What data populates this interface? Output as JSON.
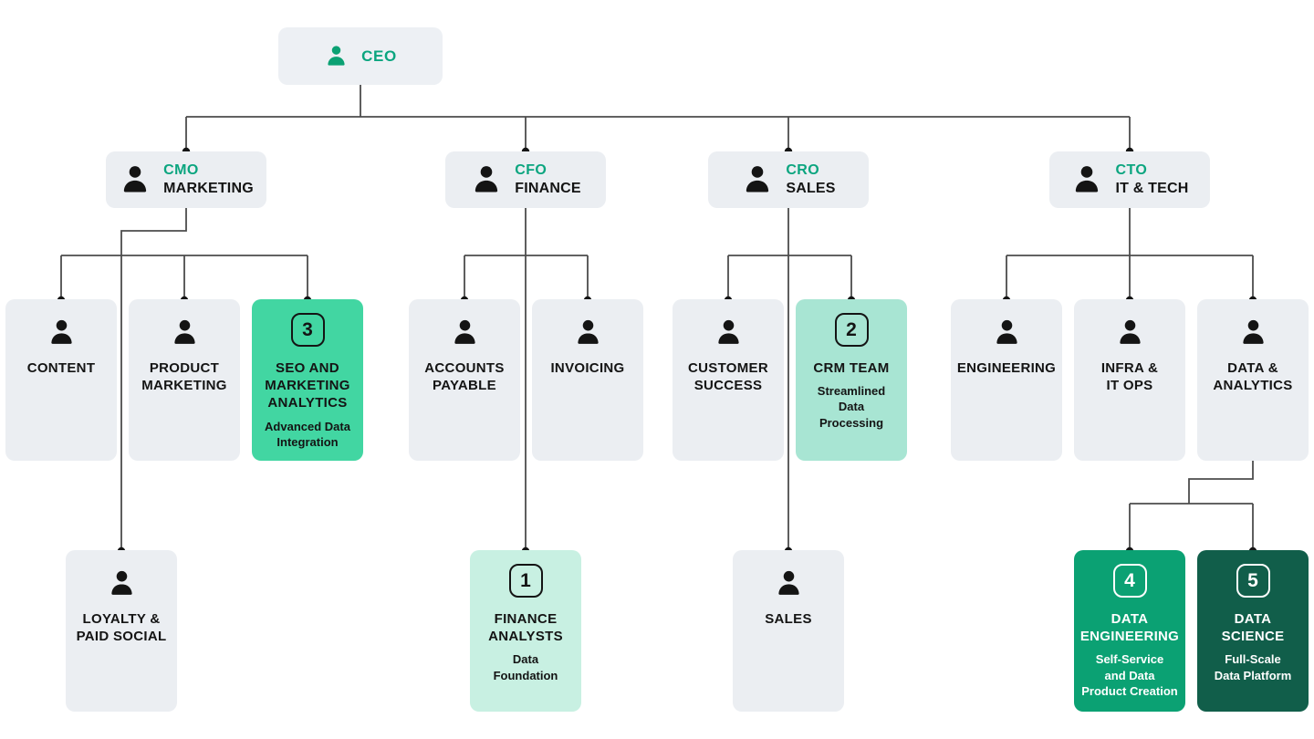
{
  "palette": {
    "background": "#ffffff",
    "node_gray": "#ebeef2",
    "accent_teal_text": "#0ba57f",
    "green_bright": "#42d6a2",
    "mint": "#a8e5d3",
    "mint_light": "#c8f0e2",
    "teal_solid": "#0ba173",
    "green_dark": "#115e4a",
    "connector_gray": "#4c4c4c",
    "dot_black": "#151515",
    "text_dark": "#141414",
    "text_white": "#ffffff"
  },
  "org": {
    "root": {
      "role": "CEO",
      "icon": "person-icon"
    },
    "executives": [
      {
        "role": "CMO",
        "dept": "MARKETING",
        "icon": "person-icon"
      },
      {
        "role": "CFO",
        "dept": "FINANCE",
        "icon": "person-icon"
      },
      {
        "role": "CRO",
        "dept": "SALES",
        "icon": "person-icon"
      },
      {
        "role": "CTO",
        "dept": "IT & TECH",
        "icon": "person-icon"
      }
    ],
    "teams": {
      "content": {
        "title": "CONTENT",
        "icon": "person-icon"
      },
      "product_marketing": {
        "title": "PRODUCT\nMARKETING",
        "icon": "person-icon"
      },
      "seo_marketing_analytics": {
        "number": "3",
        "title": "SEO AND\nMARKETING\nANALYTICS",
        "subtitle": "Advanced Data\nIntegration"
      },
      "loyalty_paid_social": {
        "title": "LOYALTY &\nPAID SOCIAL",
        "icon": "person-icon"
      },
      "accounts_payable": {
        "title": "ACCOUNTS\nPAYABLE",
        "icon": "person-icon"
      },
      "invoicing": {
        "title": "INVOICING",
        "icon": "person-icon"
      },
      "finance_analysts": {
        "number": "1",
        "title": "FINANCE\nANALYSTS",
        "subtitle": "Data\nFoundation"
      },
      "customer_success": {
        "title": "CUSTOMER\nSUCCESS",
        "icon": "person-icon"
      },
      "crm_team": {
        "number": "2",
        "title": "CRM TEAM",
        "subtitle": "Streamlined\nData\nProcessing"
      },
      "sales": {
        "title": "SALES",
        "icon": "person-icon"
      },
      "engineering": {
        "title": "ENGINEERING",
        "icon": "person-icon"
      },
      "infra_it_ops": {
        "title": "INFRA &\nIT OPS",
        "icon": "person-icon"
      },
      "data_analytics": {
        "title": "DATA &\nANALYTICS",
        "icon": "person-icon"
      },
      "data_engineering": {
        "number": "4",
        "title": "DATA\nENGINEERING",
        "subtitle": "Self-Service\nand Data\nProduct Creation"
      },
      "data_science": {
        "number": "5",
        "title": "DATA\nSCIENCE",
        "subtitle": "Full-Scale\nData Platform"
      }
    }
  }
}
